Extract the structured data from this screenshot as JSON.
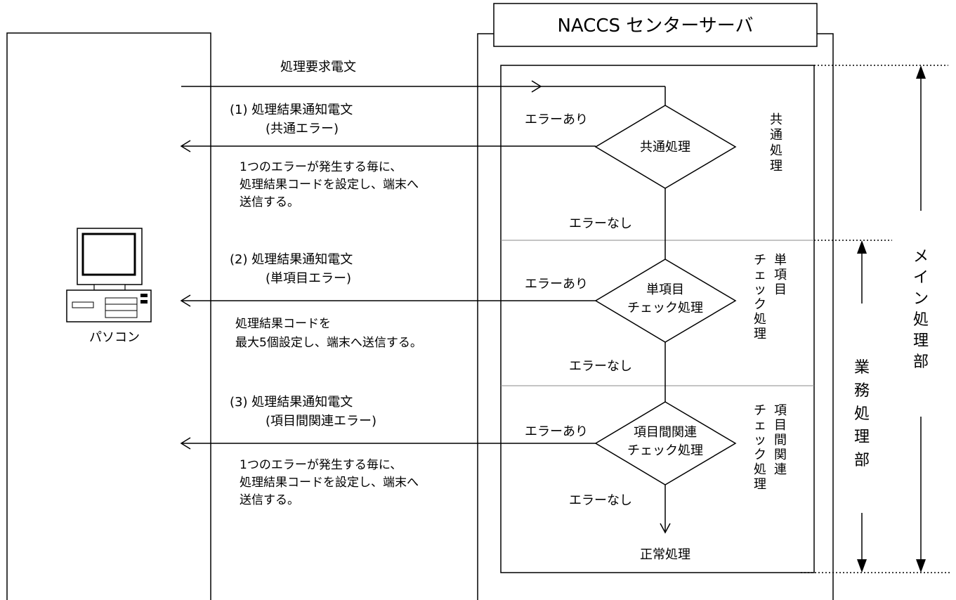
{
  "server": {
    "title": "NACCS センターサーバ"
  },
  "pc": {
    "label": "パソコン"
  },
  "request": {
    "label": "処理要求電文"
  },
  "branches": [
    {
      "message_line1": "(1) 処理結果通知電文",
      "message_line2": "(共通エラー)",
      "note_lines": [
        "1つのエラーが発生する毎に、",
        "処理結果コードを設定し、端末へ",
        "送信する。"
      ],
      "decision_lines": [
        "共通処理"
      ],
      "error_yes": "エラーあり",
      "error_no": "エラーなし",
      "side_label_columns": [
        "共通処理"
      ]
    },
    {
      "message_line1": "(2) 処理結果通知電文",
      "message_line2": "(単項目エラー)",
      "note_lines": [
        "処理結果コードを",
        "最大5個設定し、端末へ送信する。"
      ],
      "decision_lines": [
        "単項目",
        "チェック処理"
      ],
      "error_yes": "エラーあり",
      "error_no": "エラーなし",
      "side_label_columns": [
        "単項目",
        "チェック処理"
      ]
    },
    {
      "message_line1": "(3) 処理結果通知電文",
      "message_line2": "(項目間関連エラー)",
      "note_lines": [
        "1つのエラーが発生する毎に、",
        "処理結果コードを設定し、端末へ",
        "送信する。"
      ],
      "decision_lines": [
        "項目間関連",
        "チェック処理"
      ],
      "error_yes": "エラーあり",
      "error_no": "エラーなし",
      "side_label_columns": [
        "項目間関連",
        "チェック処理"
      ]
    }
  ],
  "final": {
    "label": "正常処理"
  },
  "ranges": {
    "main": "メイン処理部",
    "business": "業務処理部"
  }
}
